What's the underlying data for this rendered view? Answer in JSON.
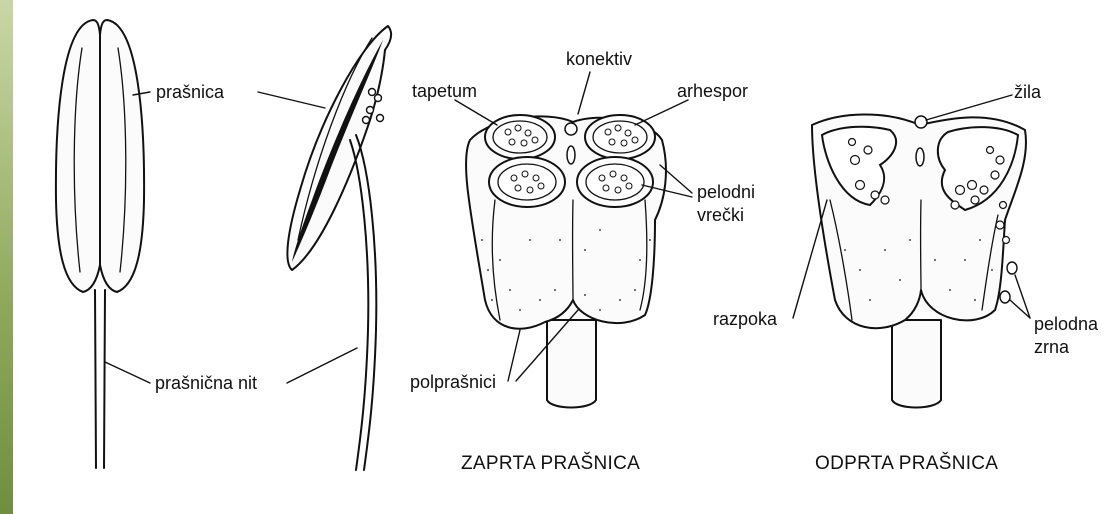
{
  "labels": {
    "anther": "prašnica",
    "filament": "prašnična nit",
    "connective": "konektiv",
    "tapetum": "tapetum",
    "archespore": "arhespor",
    "pollen_sacs": [
      "pelodni",
      "vrečki"
    ],
    "half_anthers": "polprašnici",
    "vein": "žila",
    "slit": "razpoka",
    "pollen_grains": [
      "pelodna",
      "zrna"
    ]
  },
  "captions": {
    "closed_anther": "ZAPRTA PRAŠNICA",
    "open_anther": "ODPRTA PRAŠNICA"
  }
}
